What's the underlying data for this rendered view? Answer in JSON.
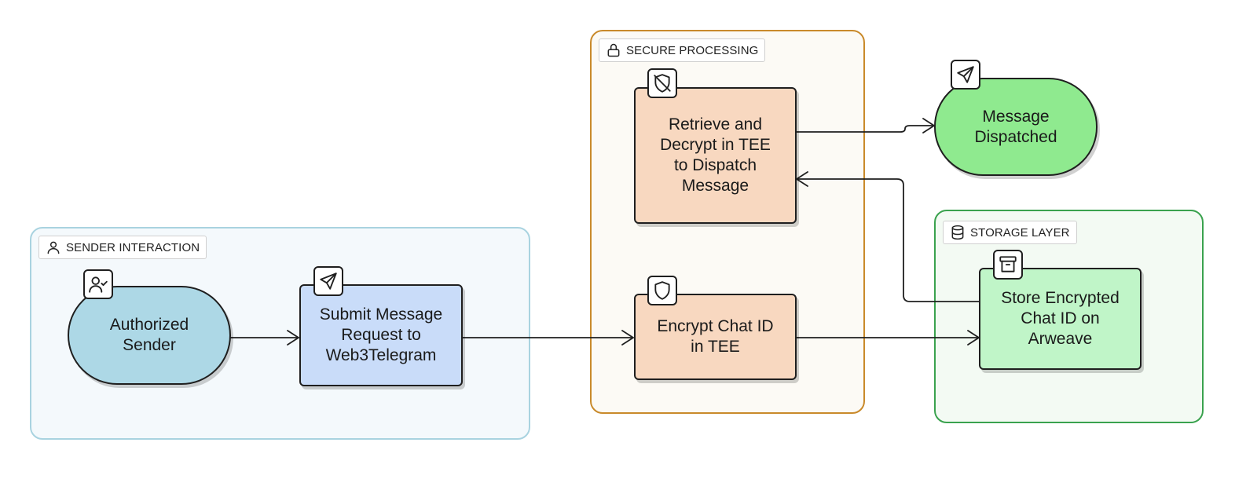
{
  "groups": {
    "sender": {
      "label": "SENDER INTERACTION",
      "icon": "user-icon",
      "border": "#a9d3e0",
      "fill": "#f4f9fc"
    },
    "secure": {
      "label": "SECURE PROCESSING",
      "icon": "lock-icon",
      "border": "#c98a2b",
      "fill": "#fcfaf5"
    },
    "storage": {
      "label": "STORAGE LAYER",
      "icon": "database-icon",
      "border": "#3aa24e",
      "fill": "#f3faf3"
    }
  },
  "nodes": {
    "authorized_sender": {
      "label": "Authorized\nSender",
      "icon": "user-check-icon",
      "fill": "#add8e6"
    },
    "submit_request": {
      "label": "Submit Message\nRequest to\nWeb3Telegram",
      "icon": "send-icon",
      "fill": "#c9dcf9"
    },
    "encrypt_chat": {
      "label": "Encrypt Chat ID\nin TEE",
      "icon": "shield-icon",
      "fill": "#f8d8c0"
    },
    "retrieve_decrypt": {
      "label": "Retrieve and\nDecrypt in TEE\nto Dispatch\nMessage",
      "icon": "shield-off-icon",
      "fill": "#f8d8c0"
    },
    "message_dispatched": {
      "label": "Message\nDispatched",
      "icon": "send-icon",
      "fill": "#8fea8f"
    },
    "store_arweave": {
      "label": "Store Encrypted\nChat ID on\nArweave",
      "icon": "archive-icon",
      "fill": "#c0f5c8"
    }
  },
  "edges": [
    {
      "from": "authorized_sender",
      "to": "submit_request"
    },
    {
      "from": "submit_request",
      "to": "encrypt_chat"
    },
    {
      "from": "encrypt_chat",
      "to": "store_arweave"
    },
    {
      "from": "store_arweave",
      "to": "retrieve_decrypt"
    },
    {
      "from": "retrieve_decrypt",
      "to": "message_dispatched"
    }
  ],
  "colors": {
    "stroke": "#1f1f1f"
  }
}
